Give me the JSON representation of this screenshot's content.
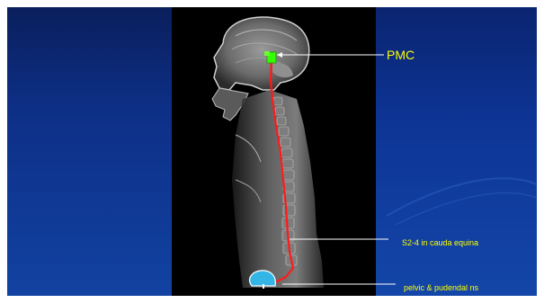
{
  "labels": {
    "pmc": "PMC",
    "cauda": "S2-4 in cauda equina",
    "pelvic": "pelvic & pudendal ns"
  },
  "colors": {
    "label_text": "#ffff00",
    "spinal_tract": "#ff1a1a",
    "pmc_marker": "#33ff00",
    "bladder_fill": "#33b5e5",
    "leader_line": "#ffffff"
  },
  "icons": {
    "pmc_marker": "green-square-marker",
    "bladder": "bladder-shape"
  }
}
